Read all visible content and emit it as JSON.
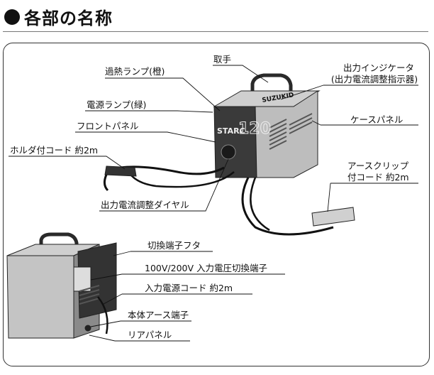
{
  "heading": {
    "title": "各部の名称"
  },
  "labels": {
    "kanetsu_lamp": "過熱ランプ(橙)",
    "totte": "取手",
    "indicator_1": "出力インジケータ",
    "indicator_2": "(出力電流調整指示器)",
    "dengen_lamp": "電源ランプ(緑)",
    "front_panel": "フロントパネル",
    "case_panel": "ケースパネル",
    "holder_cord": "ホルダ付コード 約2m",
    "earth_clip_1": "アースクリップ",
    "earth_clip_2": "付コード 約2m",
    "dial": "出力電流調整ダイヤル",
    "terminal_cover": "切換端子フタ",
    "voltage_switch": "100V/200V 入力電圧切換端子",
    "power_cord": "入力電源コード 約2m",
    "body_earth": "本体アース端子",
    "rear_panel": "リアパネル"
  },
  "product": {
    "brand": "SUZUKID",
    "model_name": "STARC",
    "model_number": "120"
  }
}
